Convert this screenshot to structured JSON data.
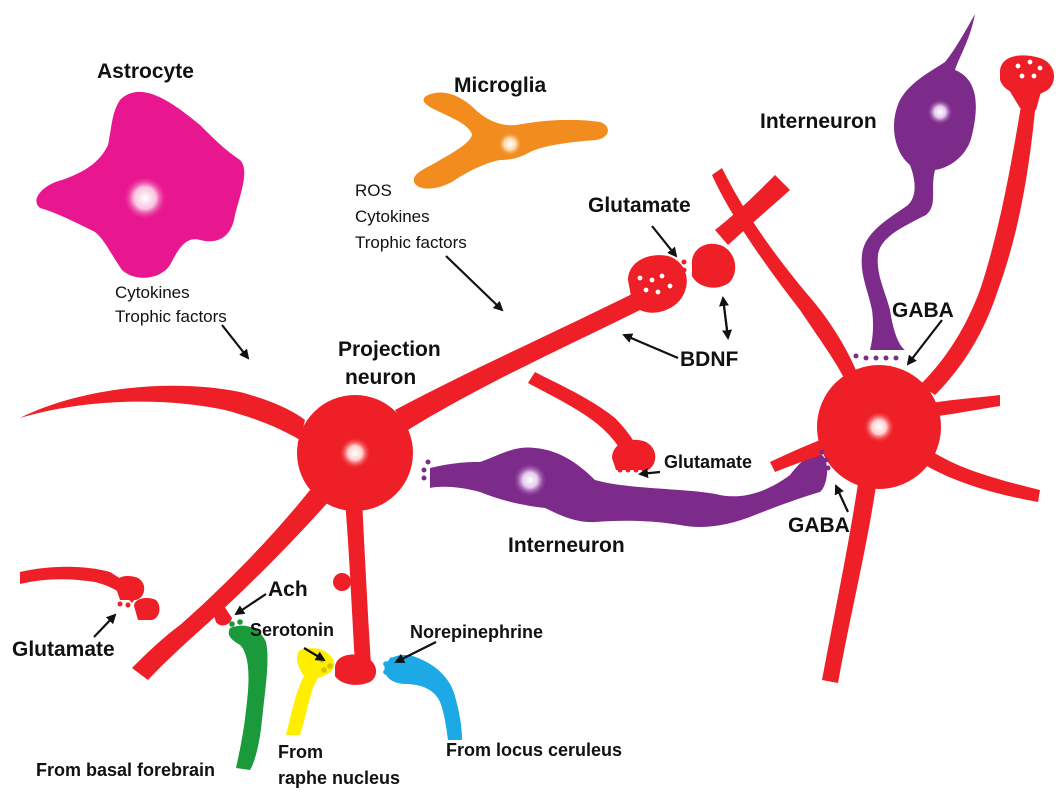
{
  "colors": {
    "neuron": "#ee1f26",
    "interneuron": "#7d2b8b",
    "astrocyte": "#e8168f",
    "microglia": "#f28c1e",
    "acetylcholine": "#1a9a3a",
    "serotonin": "#ffee00",
    "norepinephrine": "#1ca9e6"
  },
  "cells": {
    "astrocyte": "Astrocyte",
    "microglia": "Microglia",
    "projection_neuron": [
      "Projection",
      "neuron"
    ],
    "interneuron_top": "Interneuron",
    "interneuron_mid": "Interneuron"
  },
  "signals": {
    "microglia": [
      "ROS",
      "Cytokines",
      "Trophic factors"
    ],
    "astrocyte": [
      "Cytokines",
      "Trophic factors"
    ]
  },
  "transmitters": {
    "glutamate_top": "Glutamate",
    "glutamate_mid": "Glutamate",
    "glutamate_left": "Glutamate",
    "bdnf": "BDNF",
    "gaba_top": "GABA",
    "gaba_bottom": "GABA",
    "ach": "Ach",
    "serotonin": "Serotonin",
    "norepinephrine": "Norepinephrine"
  },
  "sources": {
    "basal_forebrain": "From basal forebrain",
    "raphe": [
      "From",
      "raphe nucleus"
    ],
    "locus_ceruleus": "From locus ceruleus"
  }
}
